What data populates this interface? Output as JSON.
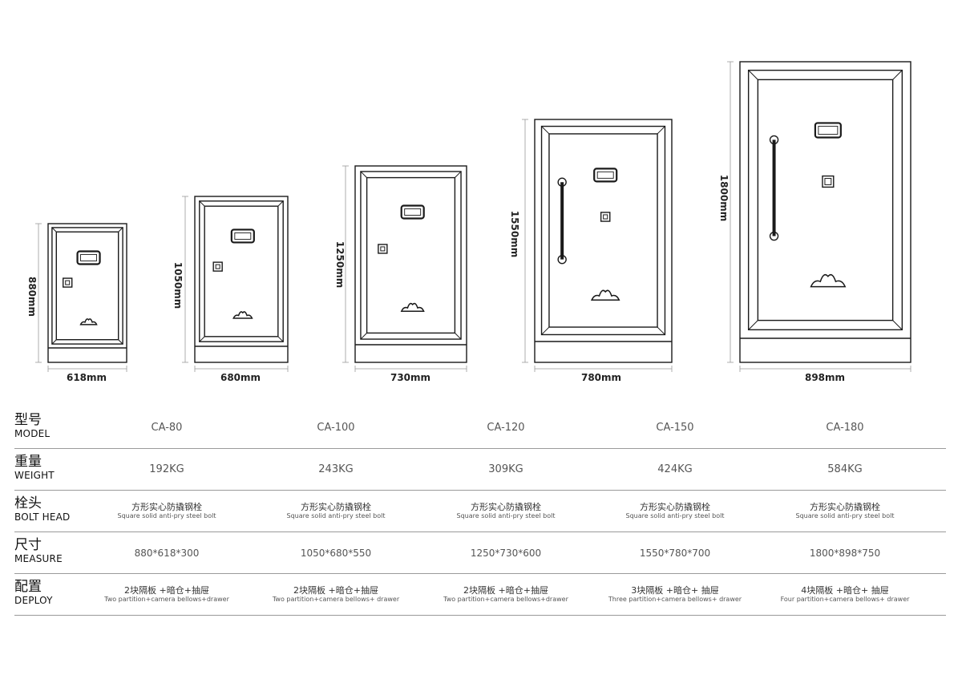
{
  "safes": [
    {
      "width_label": "618mm",
      "height_label": "880mm",
      "handle": false
    },
    {
      "width_label": "680mm",
      "height_label": "1050mm",
      "handle": false
    },
    {
      "width_label": "730mm",
      "height_label": "1250mm",
      "handle": false
    },
    {
      "width_label": "780mm",
      "height_label": "1550mm",
      "handle": true
    },
    {
      "width_label": "898mm",
      "height_label": "1800mm",
      "handle": true
    }
  ],
  "table": {
    "rows": [
      {
        "cn": "型号",
        "en": "MODEL",
        "values": [
          "CA-80",
          "CA-100",
          "CA-120",
          "CA-150",
          "CA-180"
        ]
      },
      {
        "cn": "重量",
        "en": "WEIGHT",
        "values": [
          "192KG",
          "243KG",
          "309KG",
          "424KG",
          "584KG"
        ]
      },
      {
        "cn": "栓头",
        "en": "BOLT HEAD",
        "cells": [
          {
            "cn": "方形实心防撬钢栓",
            "en": "Square solid anti-pry steel bolt"
          },
          {
            "cn": "方形实心防撬钢栓",
            "en": "Square solid anti-pry steel bolt"
          },
          {
            "cn": "方形实心防撬钢栓",
            "en": "Square solid anti-pry steel bolt"
          },
          {
            "cn": "方形实心防撬钢栓",
            "en": "Square solid anti-pry steel bolt"
          },
          {
            "cn": "方形实心防撬钢栓",
            "en": "Square solid anti-pry steel bolt"
          }
        ]
      },
      {
        "cn": "尺寸",
        "en": "MEASURE",
        "values": [
          "880*618*300",
          "1050*680*550",
          "1250*730*600",
          "1550*780*700",
          "1800*898*750"
        ]
      },
      {
        "cn": "配置",
        "en": "DEPLOY",
        "cells": [
          {
            "cn": "2块隔板 +暗仓+抽屉",
            "en": "Two partition+camera bellows+drawer"
          },
          {
            "cn": "2块隔板 +暗仓+抽屉",
            "en": "Two partition+camera bellows+ drawer"
          },
          {
            "cn": "2块隔板 +暗仓+抽屉",
            "en": "Two partition+camera bellows+drawer"
          },
          {
            "cn": "3块隔板 +暗仓+ 抽屉",
            "en": "Three partition+camera bellows+ drawer"
          },
          {
            "cn": "4块隔板 +暗仓+ 抽屉",
            "en": "Four partition+camera bellows+ drawer"
          }
        ]
      }
    ]
  }
}
